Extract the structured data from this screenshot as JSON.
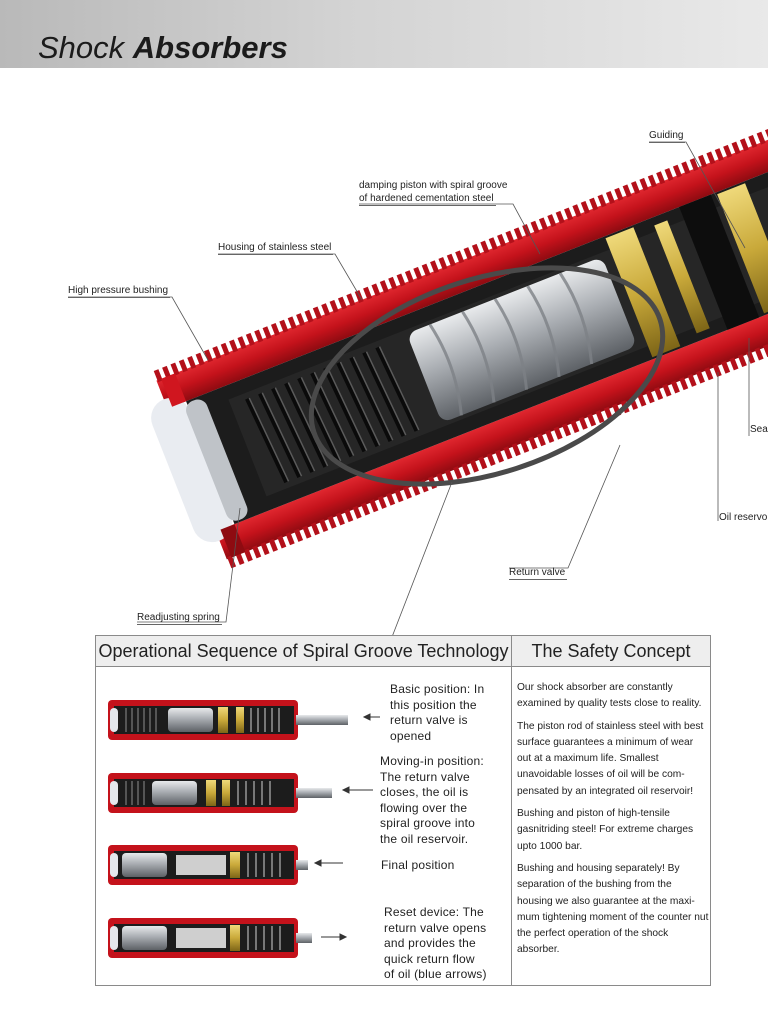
{
  "header": {
    "title_light": "Shock",
    "title_bold": "Absorbers"
  },
  "figure": {
    "callouts": {
      "guiding": "Guiding",
      "damping_line1": "damping piston with spiral groove",
      "damping_line2": "of hardened cementation steel",
      "housing": "Housing of stainless steel",
      "bushing": "High pressure bushing",
      "seal": "Sea",
      "oil_reservoir": "Oil reservo",
      "return_valve": "Return valve",
      "readjusting_spring": "Readjusting spring"
    }
  },
  "table": {
    "left_header": "Operational Sequence of Spiral Groove Technology",
    "right_header": "The Safety Concept",
    "steps": [
      {
        "lines": [
          "Basic position: In",
          "this position the",
          "return valve is",
          "opened"
        ]
      },
      {
        "lines": [
          "Moving-in position:",
          "The return valve",
          "closes, the oil is",
          "flowing over the",
          "spiral groove into",
          "the oil reservoir."
        ]
      },
      {
        "lines": [
          "Final position"
        ]
      },
      {
        "lines": [
          "Reset device: The",
          "return valve opens",
          "and provides the",
          "quick return flow",
          "of oil (blue arrows)"
        ]
      }
    ],
    "safety": [
      "Our shock absorber are constantly examined by quality tests close to reality.",
      "The piston rod of stainless steel with best surface guarantees a minimum of wear out at a maximum life. Smallest unavoidable losses of oil will be com-pensated by an integrated oil reservoir!",
      "Bushing and piston of high-tensile gasnitriding steel! For extreme charges upto 1000 bar.",
      "Bushing and housing separately! By separation of the bushing from the housing we also guarantee at the maxi-mum tightening moment of the counter nut the perfect operation of the shock absorber."
    ]
  },
  "colors": {
    "housing_red": "#c4121b",
    "brass": "#c9a93a",
    "steel": "#b9bcc0",
    "ellipse": "#4a4a4a"
  }
}
